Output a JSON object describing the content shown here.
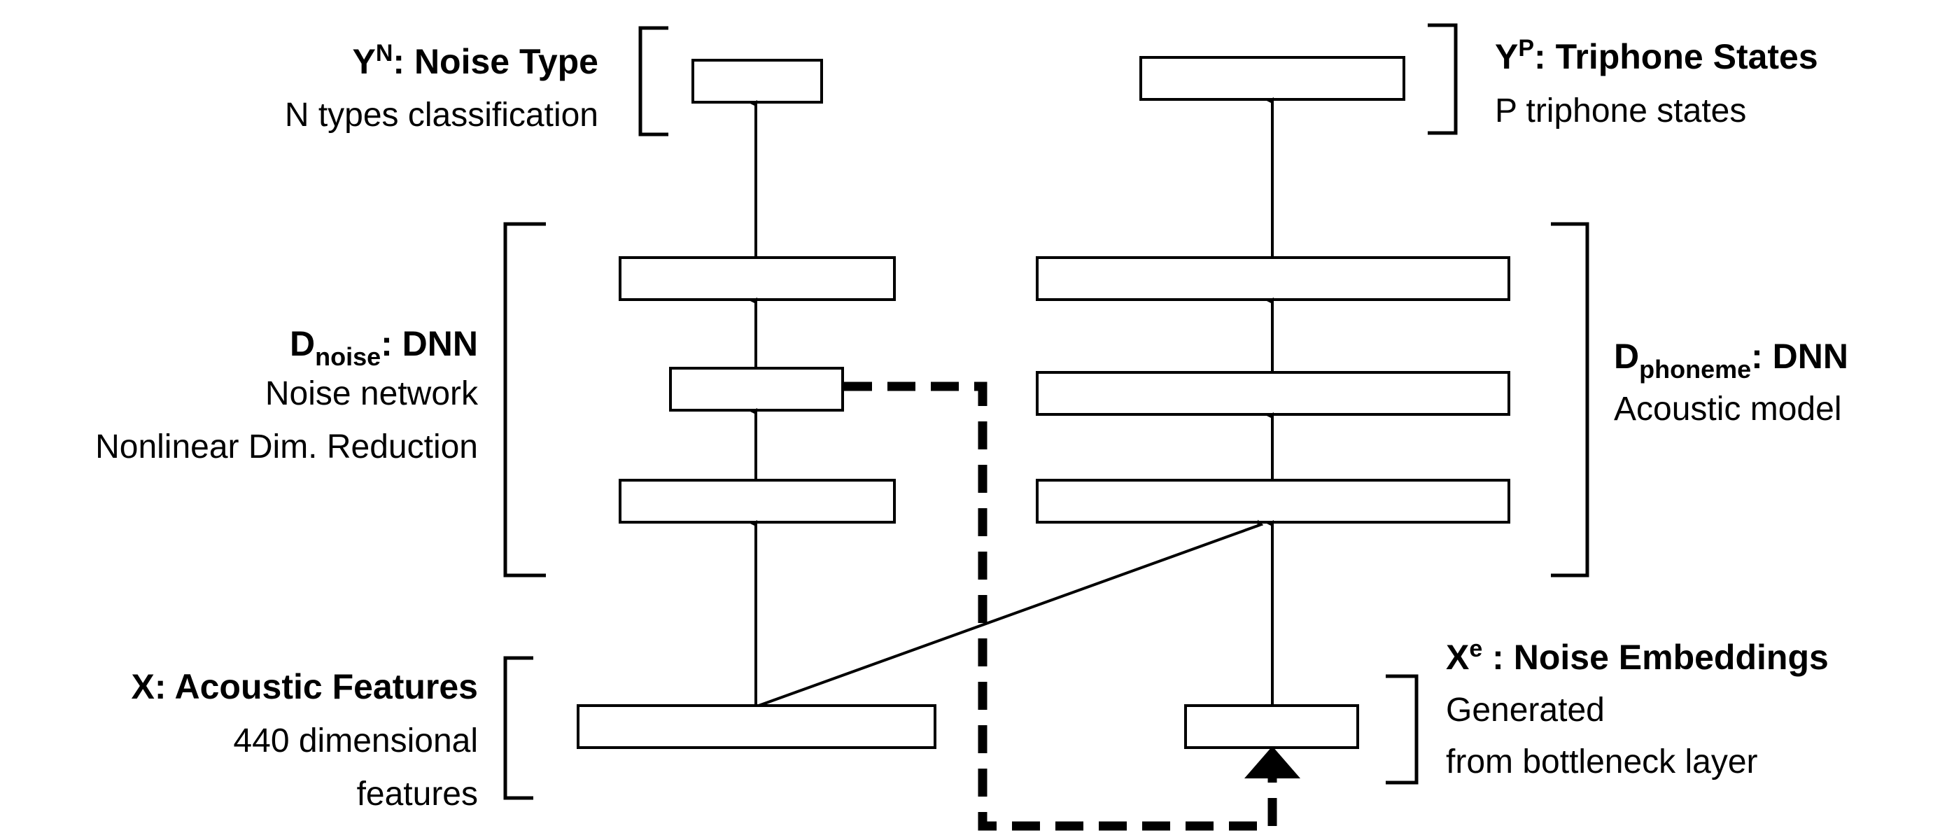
{
  "labels": {
    "yn": {
      "letter": "Y",
      "sup": "N",
      "rest": ": Noise Type",
      "desc": "N types classification"
    },
    "yp": {
      "letter": "Y",
      "sup": "P",
      "rest": ": Triphone States",
      "desc": "P triphone states"
    },
    "dnoise": {
      "letter": "D",
      "sub": "noise",
      "rest": ": DNN",
      "desc1": "Noise network",
      "desc2": "Nonlinear Dim. Reduction"
    },
    "dphoneme": {
      "letter": "D",
      "sub": "phoneme",
      "rest": ": DNN",
      "desc1": "Acoustic model"
    },
    "x": {
      "title": "X: Acoustic Features",
      "desc1": "440 dimensional",
      "desc2": "features"
    },
    "xe": {
      "letter": "X",
      "sup": "e",
      "rest": " : Noise Embeddings",
      "desc1": "Generated",
      "desc2": "from bottleneck layer"
    }
  }
}
